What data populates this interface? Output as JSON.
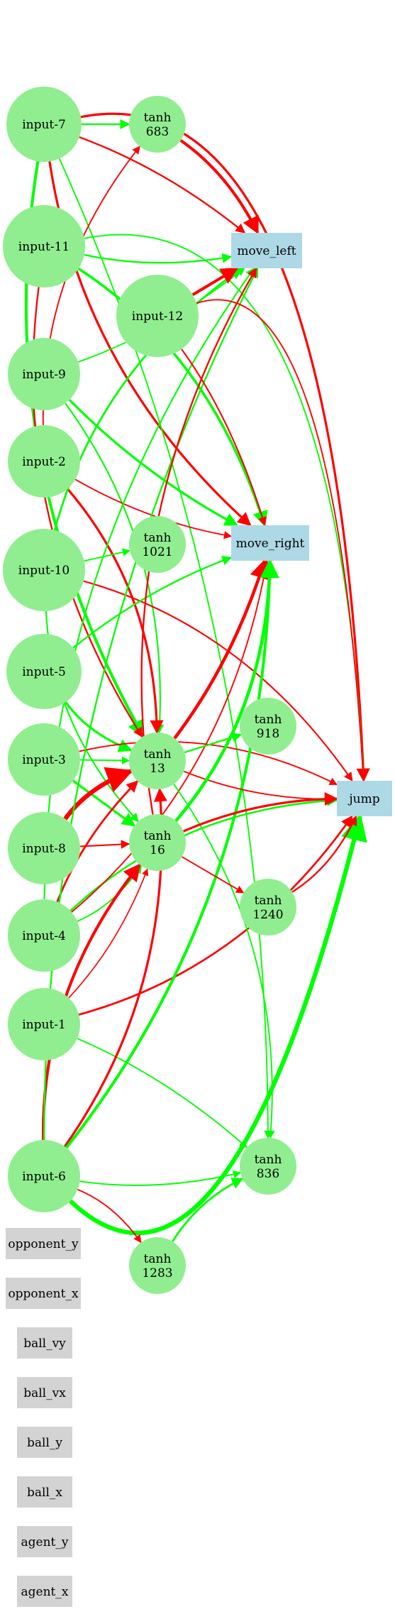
{
  "colors": {
    "hidden_fill": "#90ee90",
    "output_fill": "#add8e6",
    "unused_fill": "#d3d3d3",
    "positive_edge": "#00ff00",
    "negative_edge": "#ff0000"
  },
  "nodes": [
    {
      "id": "input-7",
      "kind": "input",
      "label": "input-7"
    },
    {
      "id": "input-11",
      "kind": "input",
      "label": "input-11"
    },
    {
      "id": "input-9",
      "kind": "input",
      "label": "input-9"
    },
    {
      "id": "input-2",
      "kind": "input",
      "label": "input-2"
    },
    {
      "id": "input-10",
      "kind": "input",
      "label": "input-10"
    },
    {
      "id": "input-5",
      "kind": "input",
      "label": "input-5"
    },
    {
      "id": "input-3",
      "kind": "input",
      "label": "input-3"
    },
    {
      "id": "input-8",
      "kind": "input",
      "label": "input-8"
    },
    {
      "id": "input-4",
      "kind": "input",
      "label": "input-4"
    },
    {
      "id": "input-1",
      "kind": "input",
      "label": "input-1"
    },
    {
      "id": "input-6",
      "kind": "input",
      "label": "input-6"
    },
    {
      "id": "input-12",
      "kind": "input",
      "label": "input-12"
    },
    {
      "id": "tanh-683",
      "kind": "hidden",
      "label": "tanh\n683"
    },
    {
      "id": "tanh-1021",
      "kind": "hidden",
      "label": "tanh\n1021"
    },
    {
      "id": "tanh-13",
      "kind": "hidden",
      "label": "tanh\n13"
    },
    {
      "id": "tanh-16",
      "kind": "hidden",
      "label": "tanh\n16"
    },
    {
      "id": "tanh-918",
      "kind": "hidden",
      "label": "tanh\n918"
    },
    {
      "id": "tanh-1240",
      "kind": "hidden",
      "label": "tanh\n1240"
    },
    {
      "id": "tanh-836",
      "kind": "hidden",
      "label": "tanh\n836"
    },
    {
      "id": "tanh-1283",
      "kind": "hidden",
      "label": "tanh\n1283"
    },
    {
      "id": "move_left",
      "kind": "output",
      "label": "move_left"
    },
    {
      "id": "move_right",
      "kind": "output",
      "label": "move_right"
    },
    {
      "id": "jump",
      "kind": "output",
      "label": "jump"
    },
    {
      "id": "opponent_y",
      "kind": "unused",
      "label": "opponent_y"
    },
    {
      "id": "opponent_x",
      "kind": "unused",
      "label": "opponent_x"
    },
    {
      "id": "ball_vy",
      "kind": "unused",
      "label": "ball_vy"
    },
    {
      "id": "ball_vx",
      "kind": "unused",
      "label": "ball_vx"
    },
    {
      "id": "ball_y",
      "kind": "unused",
      "label": "ball_y"
    },
    {
      "id": "ball_x",
      "kind": "unused",
      "label": "ball_x"
    },
    {
      "id": "agent_y",
      "kind": "unused",
      "label": "agent_y"
    },
    {
      "id": "agent_x",
      "kind": "unused",
      "label": "agent_x"
    }
  ],
  "edges": [
    {
      "from": "input-7",
      "to": "tanh-683",
      "sign": "positive",
      "weight": 0.6
    },
    {
      "from": "input-7",
      "to": "move_left",
      "sign": "negative",
      "weight": 0.6
    },
    {
      "from": "input-7",
      "to": "move_right",
      "sign": "negative",
      "weight": 1.0
    },
    {
      "from": "input-7",
      "to": "jump",
      "sign": "negative",
      "weight": 1.0
    },
    {
      "from": "input-7",
      "to": "tanh-13",
      "sign": "positive",
      "weight": 1.4
    },
    {
      "from": "input-7",
      "to": "tanh-836",
      "sign": "positive",
      "weight": 0.4
    },
    {
      "from": "input-11",
      "to": "move_left",
      "sign": "positive",
      "weight": 0.6
    },
    {
      "from": "input-11",
      "to": "move_right",
      "sign": "positive",
      "weight": 1.2
    },
    {
      "from": "input-11",
      "to": "tanh-13",
      "sign": "negative",
      "weight": 0.6
    },
    {
      "from": "input-11",
      "to": "jump",
      "sign": "positive",
      "weight": 0.4
    },
    {
      "from": "input-9",
      "to": "move_right",
      "sign": "positive",
      "weight": 1.0
    },
    {
      "from": "input-9",
      "to": "tanh-13",
      "sign": "positive",
      "weight": 0.5
    },
    {
      "from": "input-9",
      "to": "move_left",
      "sign": "positive",
      "weight": 0.4
    },
    {
      "from": "input-2",
      "to": "tanh-13",
      "sign": "negative",
      "weight": 1.0
    },
    {
      "from": "input-2",
      "to": "move_right",
      "sign": "negative",
      "weight": 0.4
    },
    {
      "from": "input-2",
      "to": "tanh-683",
      "sign": "negative",
      "weight": 0.4
    },
    {
      "from": "input-10",
      "to": "tanh-1021",
      "sign": "positive",
      "weight": 0.4
    },
    {
      "from": "input-10",
      "to": "jump",
      "sign": "negative",
      "weight": 0.5
    },
    {
      "from": "input-10",
      "to": "tanh-16",
      "sign": "positive",
      "weight": 0.5
    },
    {
      "from": "input-10",
      "to": "move_left",
      "sign": "positive",
      "weight": 0.8
    },
    {
      "from": "input-5",
      "to": "tanh-13",
      "sign": "positive",
      "weight": 1.0
    },
    {
      "from": "input-5",
      "to": "move_right",
      "sign": "positive",
      "weight": 0.6
    },
    {
      "from": "input-3",
      "to": "tanh-16",
      "sign": "positive",
      "weight": 1.0
    },
    {
      "from": "input-3",
      "to": "jump",
      "sign": "negative",
      "weight": 0.4
    },
    {
      "from": "input-3",
      "to": "tanh-13",
      "sign": "positive",
      "weight": 0.4
    },
    {
      "from": "input-8",
      "to": "tanh-13",
      "sign": "negative",
      "weight": 2.4
    },
    {
      "from": "input-8",
      "to": "tanh-16",
      "sign": "negative",
      "weight": 0.5
    },
    {
      "from": "input-4",
      "to": "tanh-13",
      "sign": "negative",
      "weight": 0.8
    },
    {
      "from": "input-4",
      "to": "tanh-16",
      "sign": "positive",
      "weight": 0.4
    },
    {
      "from": "input-4",
      "to": "jump",
      "sign": "positive",
      "weight": 0.7
    },
    {
      "from": "input-4",
      "to": "move_right",
      "sign": "negative",
      "weight": 0.4
    },
    {
      "from": "input-4",
      "to": "move_left",
      "sign": "positive",
      "weight": 0.5
    },
    {
      "from": "input-1",
      "to": "jump",
      "sign": "negative",
      "weight": 0.8
    },
    {
      "from": "input-1",
      "to": "tanh-836",
      "sign": "positive",
      "weight": 0.4
    },
    {
      "from": "input-1",
      "to": "tanh-16",
      "sign": "negative",
      "weight": 0.3
    },
    {
      "from": "input-6",
      "to": "tanh-16",
      "sign": "negative",
      "weight": 1.4
    },
    {
      "from": "input-6",
      "to": "tanh-13",
      "sign": "negative",
      "weight": 1.0
    },
    {
      "from": "input-6",
      "to": "jump",
      "sign": "positive",
      "weight": 2.4
    },
    {
      "from": "input-6",
      "to": "move_right",
      "sign": "positive",
      "weight": 1.4
    },
    {
      "from": "input-6",
      "to": "tanh-1283",
      "sign": "negative",
      "weight": 0.4
    },
    {
      "from": "input-6",
      "to": "tanh-836",
      "sign": "positive",
      "weight": 0.4
    },
    {
      "from": "input-6",
      "to": "move_left",
      "sign": "positive",
      "weight": 0.6
    },
    {
      "from": "input-12",
      "to": "move_left",
      "sign": "negative",
      "weight": 1.4
    },
    {
      "from": "input-12",
      "to": "move_right",
      "sign": "negative",
      "weight": 0.5
    },
    {
      "from": "input-12",
      "to": "jump",
      "sign": "negative",
      "weight": 0.4
    },
    {
      "from": "tanh-683",
      "to": "move_left",
      "sign": "negative",
      "weight": 1.4
    },
    {
      "from": "tanh-13",
      "to": "move_right",
      "sign": "negative",
      "weight": 1.6
    },
    {
      "from": "tanh-13",
      "to": "tanh-918",
      "sign": "positive",
      "weight": 0.6
    },
    {
      "from": "tanh-13",
      "to": "jump",
      "sign": "negative",
      "weight": 0.4
    },
    {
      "from": "tanh-13",
      "to": "tanh-836",
      "sign": "positive",
      "weight": 0.4
    },
    {
      "from": "tanh-16",
      "to": "move_right",
      "sign": "positive",
      "weight": 1.6
    },
    {
      "from": "tanh-16",
      "to": "jump",
      "sign": "negative",
      "weight": 1.0
    },
    {
      "from": "tanh-16",
      "to": "tanh-1240",
      "sign": "negative",
      "weight": 0.4
    },
    {
      "from": "tanh-16",
      "to": "move_left",
      "sign": "negative",
      "weight": 0.6
    },
    {
      "from": "tanh-1240",
      "to": "jump",
      "sign": "negative",
      "weight": 0.6
    },
    {
      "from": "tanh-1283",
      "to": "tanh-836",
      "sign": "positive",
      "weight": 0.8
    }
  ]
}
